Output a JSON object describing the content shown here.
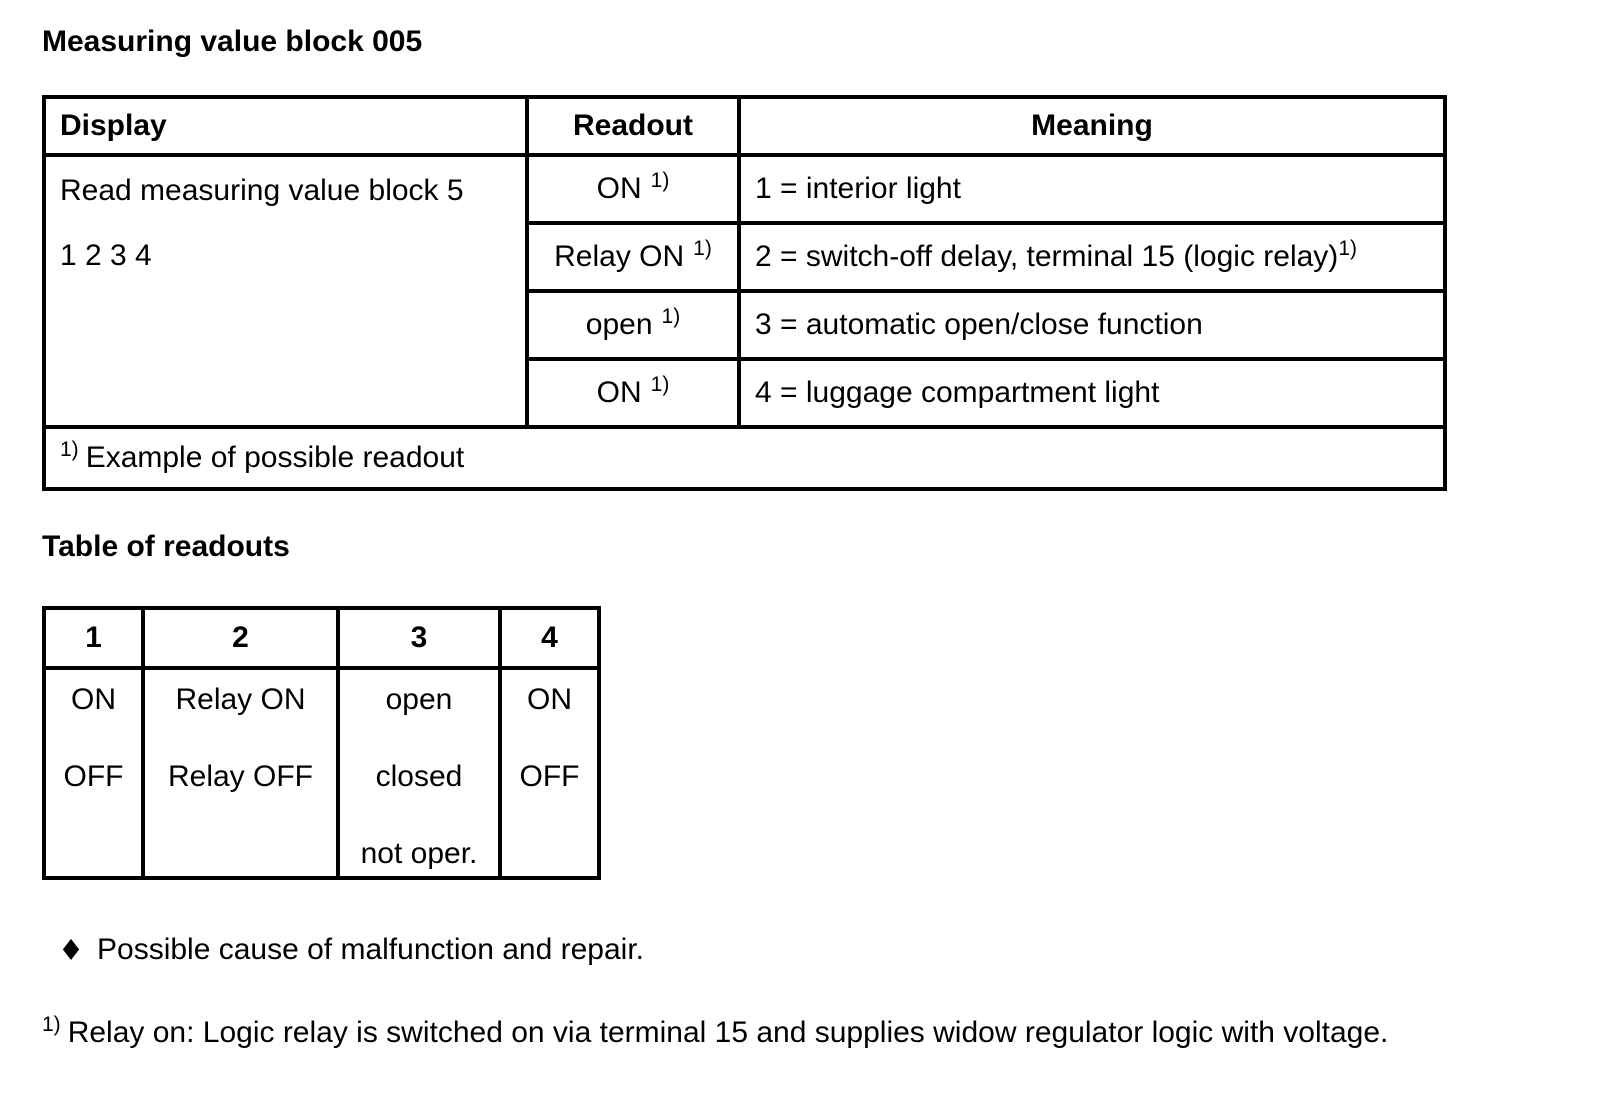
{
  "title": "Measuring value block 005",
  "colors": {
    "text": "#000000",
    "background": "#ffffff",
    "border": "#000000"
  },
  "table1": {
    "headers": {
      "display": "Display",
      "readout": "Readout",
      "meaning": "Meaning"
    },
    "display_cell": {
      "line1": "Read measuring value block 5",
      "line2": "1 2 3 4"
    },
    "rows": [
      {
        "readout": "ON",
        "readout_sup": "1)",
        "meaning": "1 = interior light"
      },
      {
        "readout": "Relay ON",
        "readout_sup": "1)",
        "meaning": "2 = switch-off delay, terminal 15 (logic relay)",
        "meaning_sup": "1)"
      },
      {
        "readout": "open",
        "readout_sup": "1)",
        "meaning": "3 = automatic open/close function"
      },
      {
        "readout": "ON",
        "readout_sup": "1)",
        "meaning": "4 = luggage compartment light"
      }
    ],
    "footer": {
      "sup": "1)",
      "text": "Example of possible readout"
    }
  },
  "subheading": "Table of readouts",
  "table2": {
    "headers": [
      "1",
      "2",
      "3",
      "4"
    ],
    "columns": [
      {
        "lines": [
          "ON",
          "OFF"
        ]
      },
      {
        "lines": [
          "Relay ON",
          "Relay OFF"
        ]
      },
      {
        "lines": [
          "open",
          "closed",
          "not oper."
        ]
      },
      {
        "lines": [
          "ON",
          "OFF"
        ]
      }
    ]
  },
  "bullet": {
    "icon": "♦",
    "text": "Possible cause of malfunction and repair."
  },
  "footnote": {
    "sup": "1)",
    "text": "Relay on: Logic relay is switched on via terminal 15 and supplies widow regulator logic with voltage."
  }
}
